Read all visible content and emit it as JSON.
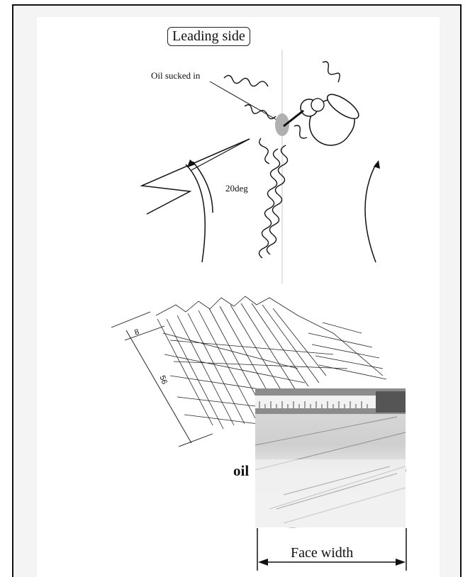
{
  "labels": {
    "leading_side": "Leading side",
    "oil_sucked_in": "Oil sucked in",
    "angle": "20deg",
    "oil": "oil",
    "face_width": "Face width",
    "dim_8": "8",
    "dim_56": "56"
  },
  "icons": [
    "arrow-icon",
    "oil-nozzle-icon"
  ],
  "colors": {
    "line": "#111111",
    "background": "#ffffff",
    "photo": "#d9d9d9"
  }
}
